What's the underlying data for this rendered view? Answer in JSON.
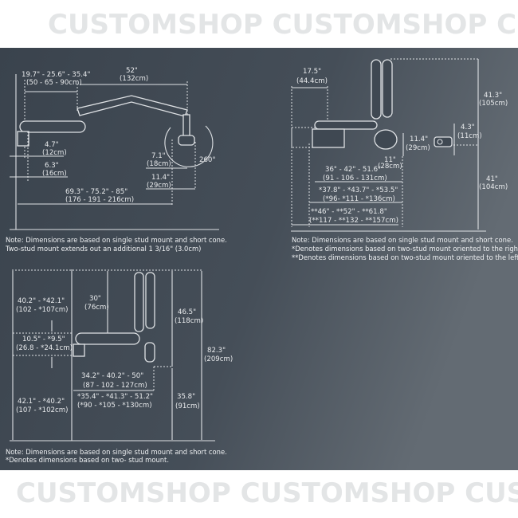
{
  "watermark": {
    "top": "CUSTOMSHOP CUSTOMSHOP CUSTOMSHOP",
    "bottom": "CUSTOMSHOP CUSTOMSHOP CUSTOMSHOP"
  },
  "side_view": {
    "reach_in": "19.7\" - 25.6\" - 35.4\"",
    "reach_cm": "(50 - 65 - 90cm)",
    "arm_in": "52\"",
    "arm_cm": "(132cm)",
    "d1_in": "4.7\"",
    "d1_cm": "(12cm)",
    "d2_in": "6.3\"",
    "d2_cm": "(16cm)",
    "d3_in": "7.1\"",
    "d3_cm": "(18cm)",
    "d4_in": "11.4\"",
    "d4_cm": "(29cm)",
    "rotation": "260°",
    "total_in": "69.3\" - 75.2\" - 85\"",
    "total_cm": "(176 - 191 - 216cm)",
    "note1": "Note: Dimensions are based on single stud mount and short cone.",
    "note2": "Two-stud mount extends out an additional 1 3/16\" (3.0cm)"
  },
  "top_view": {
    "w_in": "17.5\"",
    "w_cm": "(44.4cm)",
    "h_upper_in": "41.3\"",
    "h_upper_cm": "(105cm)",
    "h_lower_in": "41\"",
    "h_lower_cm": "(104cm)",
    "clamp_in": "4.3\"",
    "clamp_cm": "(11cm)",
    "head_in": "11.4\"",
    "head_cm": "(29cm)",
    "head_w_in": "11\"",
    "head_w_cm": "(28cm)",
    "r1_in": "36\" - 42\" - 51.6\"",
    "r1_cm": "(91 - 106 - 131cm)",
    "r2_in": "*37.8\" - *43.7\" - *53.5\"",
    "r2_cm": "(*96- *111 - *136cm)",
    "r3_in": "**46\" - **52\" - **61.8\"",
    "r3_cm": "(**117 - **132 - **157cm)",
    "note1": "Note: Dimensions are based on single stud mount and short cone.",
    "note2": "*Denotes dimensions based on two-stud mount oriented to the right.",
    "note3": "**Denotes dimensions based on two-stud mount oriented to the left."
  },
  "front_view": {
    "top_in": "40.2\" - *42.1\"",
    "top_cm": "(102 - *107cm)",
    "arm_up_in": "30\"",
    "arm_up_cm": "(76cm)",
    "mount_in": "10.5\" - *9.5\"",
    "mount_cm": "(26.8 - *24.1cm)",
    "bottom_in": "42.1\" - *40.2\"",
    "bottom_cm": "(107 - *102cm)",
    "upper_in": "46.5\"",
    "upper_cm": "(118cm)",
    "total_in": "82.3\"",
    "total_cm": "(209cm)",
    "lower_in": "35.8\"",
    "lower_cm": "(91cm)",
    "reach1_in": "34.2\" - 40.2\" - 50\"",
    "reach1_cm": "(87 - 102 - 127cm)",
    "reach2_in": "*35.4\" - *41.3\" - 51.2\"",
    "reach2_cm": "(*90 - *105 - *130cm)",
    "note1": "Note: Dimensions are based on single stud mount and short cone.",
    "note2": "*Denotes dimensions based on two- stud mount."
  }
}
